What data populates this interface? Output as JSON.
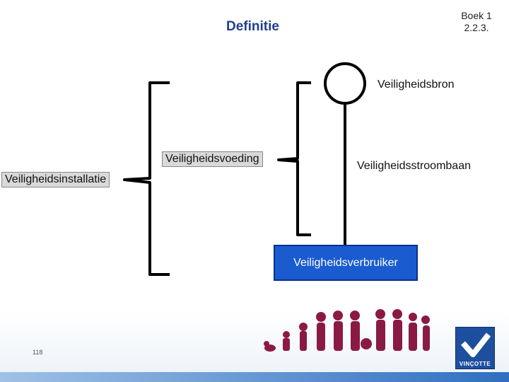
{
  "header": {
    "title": "Definitie",
    "reference_line1": "Boek 1",
    "reference_line2": "2.2.3."
  },
  "diagram": {
    "source_label": "Veiligheidsbron",
    "supply_label": "Veiligheidsvoeding",
    "circuit_label": "Veiligheidsstroombaan",
    "installation_label": "Veiligheidsinstallatie",
    "consumer_label": "Veiligheidsverbruiker"
  },
  "footer": {
    "page_number": "118",
    "logo_text": "VINÇOTTE",
    "accent_color": "#1d4f9e"
  }
}
